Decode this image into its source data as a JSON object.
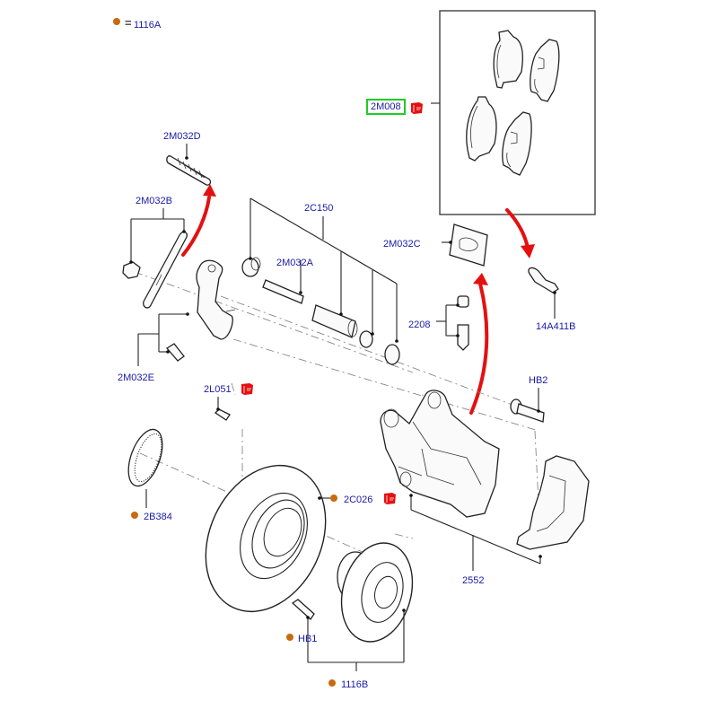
{
  "diagram": {
    "title": "Rear brake caliper and disc exploded parts diagram",
    "legend": {
      "symbol": "orange-dot",
      "equals": "=",
      "reference": "1116A"
    },
    "colors": {
      "label_text": "#1a1aa8",
      "leader_lines": "#222222",
      "reference_dot": "#c86a10",
      "direction_arrow": "#e41010",
      "highlight_box": "#22cc22",
      "info_flag": "#e41010"
    },
    "labels": {
      "pad_kit": "2M008",
      "spring": "2M032D",
      "lever_kit_b": "2M032B",
      "seal_kit": "2C150",
      "guide_pin": "2M032A",
      "anti_rattle_clip": "2M032C",
      "wear_sensor": "14A411B",
      "bleed_screw": "2208",
      "lever_kit_e": "2M032E",
      "bolt_2l051": "2L051",
      "bolt_hb2": "HB2",
      "abs_ring": "2B384",
      "brake_disc": "2C026",
      "caliper_assembly": "2552",
      "wheel_stud": "HB1",
      "hub": "1116B"
    },
    "referenced_parts": [
      "2B384",
      "2C026",
      "HB1",
      "1116B"
    ],
    "info_flag_parts": [
      "2M008",
      "2L051",
      "2C026"
    ],
    "highlighted_part": "2M008"
  }
}
